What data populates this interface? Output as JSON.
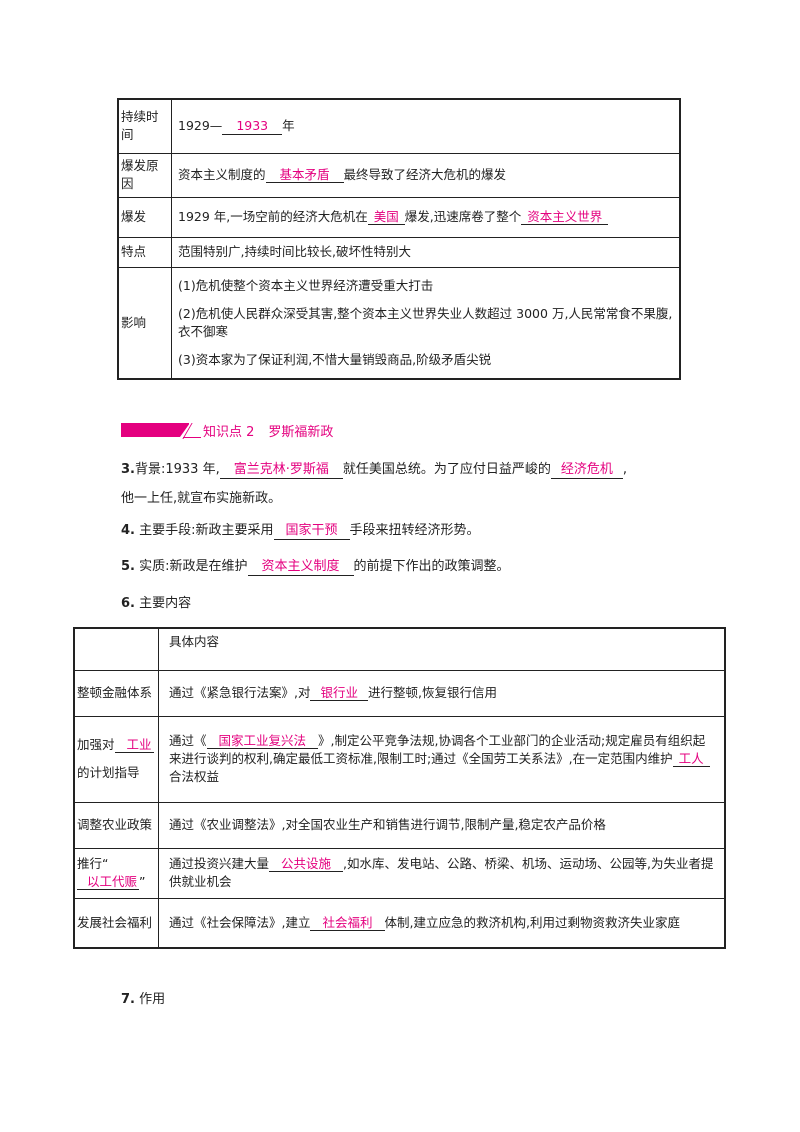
{
  "table1": {
    "rows": [
      {
        "label": "持续时间",
        "pre": "1929—",
        "ans1": "1933",
        "post": "年"
      },
      {
        "label": "爆发原因",
        "pre": "资本主义制度的",
        "ans1": "基本矛盾",
        "post": "最终导致了经济大危机的爆发"
      },
      {
        "label": "爆发",
        "pre": "1929 年,一场空前的经济大危机在",
        "ans1": "美国",
        "mid": "爆发,迅速席卷了整个",
        "ans2": "资本主义世界"
      },
      {
        "label": "特点",
        "pre": "范围特别广,持续时间比较长,破坏性特别大"
      },
      {
        "label": "影响",
        "items": [
          "(1)危机使整个资本主义世界经济遭受重大打击",
          "(2)危机使人民群众深受其害,整个资本主义世界失业人数超过 3000 万,人民常常食不果腹,衣不御寒",
          "(3)资本家为了保证利润,不惜大量销毁商品,阶级矛盾尖锐"
        ]
      }
    ]
  },
  "knowledge": {
    "label": "知识点 2",
    "title": "罗斯福新政"
  },
  "p3": {
    "num": "3.",
    "pre": "背景:1933 年,",
    "ans1": "富兰克林·罗斯福",
    "mid": "就任美国总统。为了应付日益严峻的",
    "ans2": "经济危机",
    "post": ",",
    "line2": "他一上任,就宣布实施新政。"
  },
  "p4": {
    "num": "4.",
    "pre": "主要手段:新政主要采用",
    "ans1": "国家干预",
    "post": "手段来扭转经济形势。"
  },
  "p5": {
    "num": "5.",
    "pre": "实质:新政是在维护",
    "ans1": "资本主义制度",
    "post": "的前提下作出的政策调整。"
  },
  "p6": {
    "num": "6.",
    "text": "主要内容"
  },
  "table2": {
    "header": "具体内容",
    "rows": [
      {
        "label": "整顿金融体系",
        "pre": "通过《紧急银行法案》,对",
        "ans1": "银行业",
        "post": "进行整顿,恢复银行信用"
      },
      {
        "label_pre": "加强对",
        "label_ans": "工业",
        "label_post": "的计划指导",
        "pre": "通过《",
        "ans1": "国家工业复兴法",
        "mid": "》,制定公平竞争法规,协调各个工业部门的企业活动;规定雇员有组织起来进行谈判的权利,确定最低工资标准,限制工时;通过《全国劳工关系法》,在一定范围内维护",
        "ans2": "工人",
        "post": "合法权益"
      },
      {
        "label": "调整农业政策",
        "pre": "通过《农业调整法》,对全国农业生产和销售进行调节,限制产量,稳定农产品价格"
      },
      {
        "label_pre": "推行“",
        "label_ans": "以工代赈",
        "label_post": "”",
        "pre": "通过投资兴建大量",
        "ans1": "公共设施",
        "post": ",如水库、发电站、公路、桥梁、机场、运动场、公园等,为失业者提供就业机会"
      },
      {
        "label": "发展社会福利",
        "pre": "通过《社会保障法》,建立",
        "ans1": "社会福利",
        "post": "体制,建立应急的救济机构,利用过剩物资救济失业家庭"
      }
    ]
  },
  "p7": {
    "num": "7.",
    "text": "作用"
  }
}
